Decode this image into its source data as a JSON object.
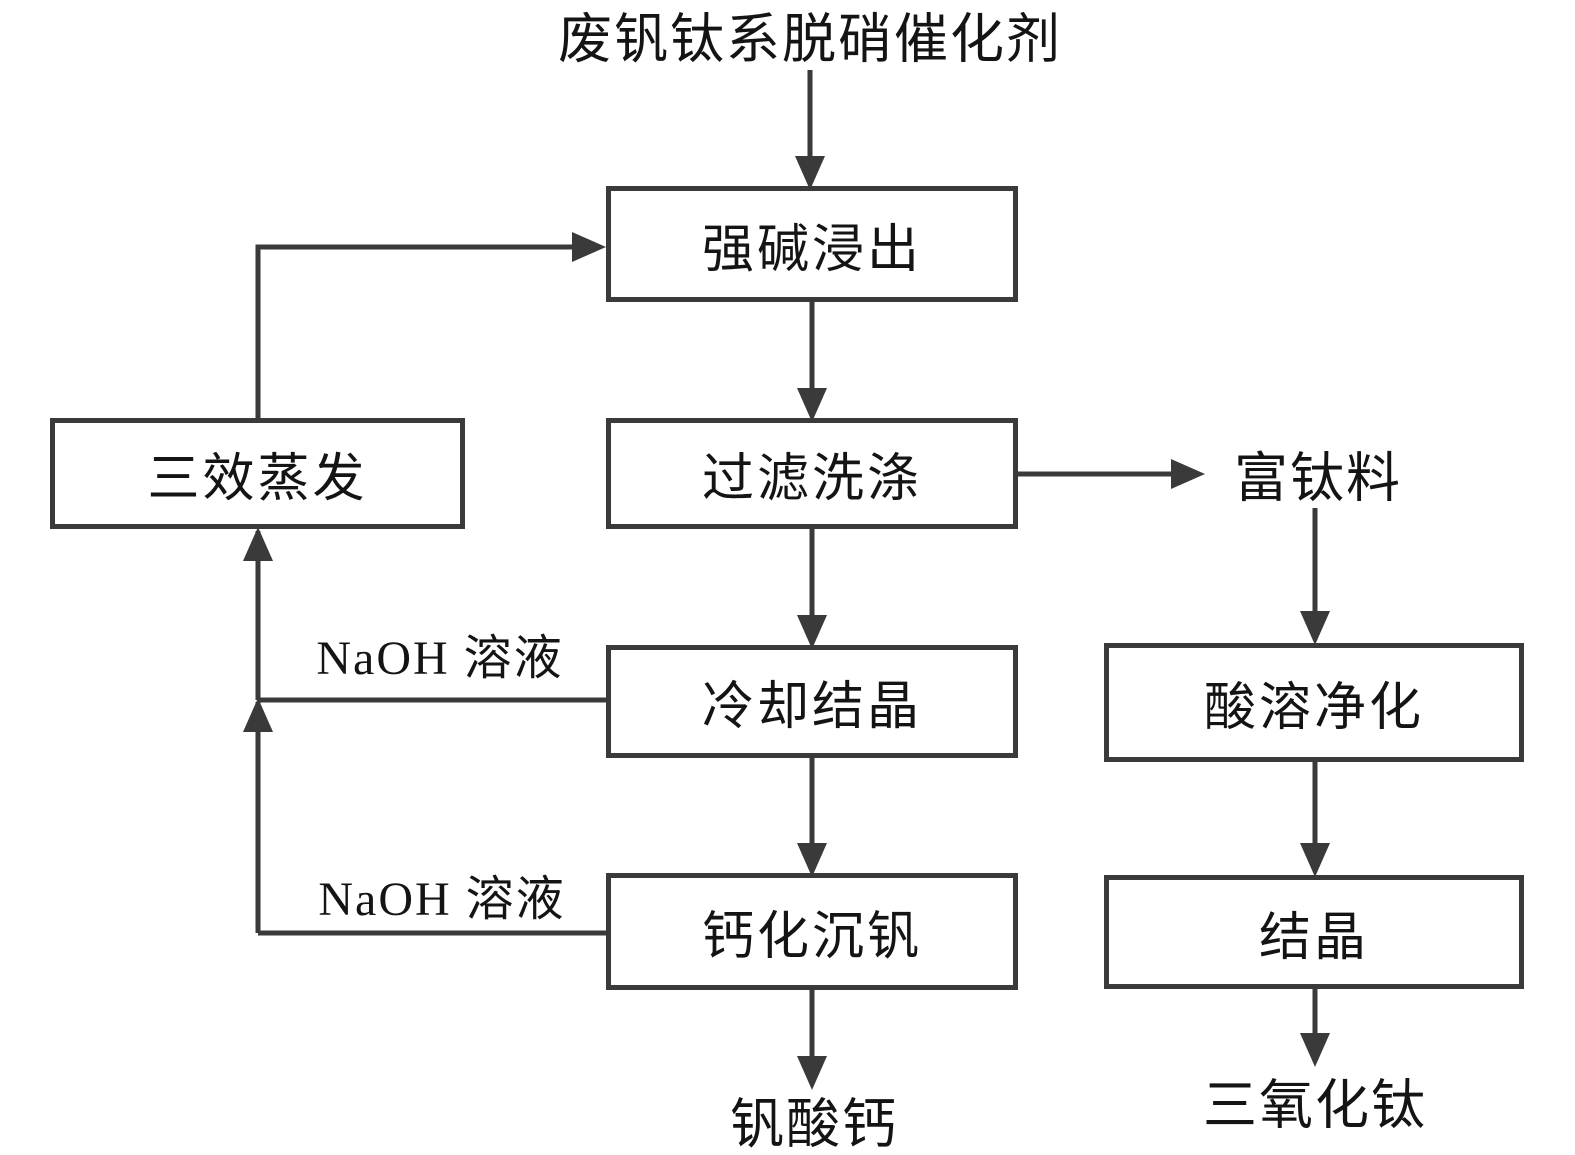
{
  "diagram": {
    "title": "废钒钛系脱硝催化剂",
    "boxes": {
      "leach": "强碱浸出",
      "filter": "过滤洗涤",
      "evaporation": "三效蒸发",
      "cooling": "冷却结晶",
      "calcification": "钙化沉钒",
      "acid_purification": "酸溶净化",
      "crystallization": "结晶"
    },
    "labels": {
      "titanium_rich": "富钛料",
      "naoh_solution_1": "NaOH 溶液",
      "naoh_solution_2": "NaOH 溶液",
      "calcium_vanadate": "钒酸钙",
      "titanium_trioxide": "三氧化钛"
    },
    "colors": {
      "line": "#3a3a3a",
      "text": "#141414",
      "background": "#ffffff"
    }
  }
}
